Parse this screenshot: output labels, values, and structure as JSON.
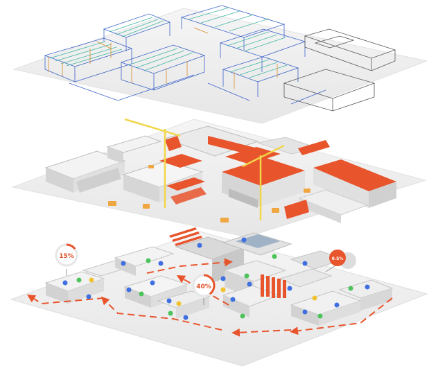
{
  "colors": {
    "accent": "#e8542c",
    "plate": "#eeeeee",
    "plate_edge": "#dedede",
    "building": "#e4e4e4",
    "crane": "#f2d64a",
    "wire_green": "#3fb6a0",
    "wire_blue": "#3a62c9",
    "wire_orange": "#d98a2a",
    "dot_blue": "#3f6fe0",
    "dot_green": "#4cc35a",
    "dot_yellow": "#f1c230"
  },
  "icons": [
    "crane-icon",
    "forklift-icon",
    "gauge-icon",
    "sensor-dot-icon",
    "flow-arrow-icon"
  ],
  "layers": {
    "top": "wireframe",
    "middle": "construction",
    "bottom": "operations"
  },
  "gauges": {
    "left": {
      "label": "15%",
      "level": 0.15
    },
    "center": {
      "label": "40%",
      "level": 0.4
    },
    "right": {
      "label": "0.5%"
    }
  }
}
